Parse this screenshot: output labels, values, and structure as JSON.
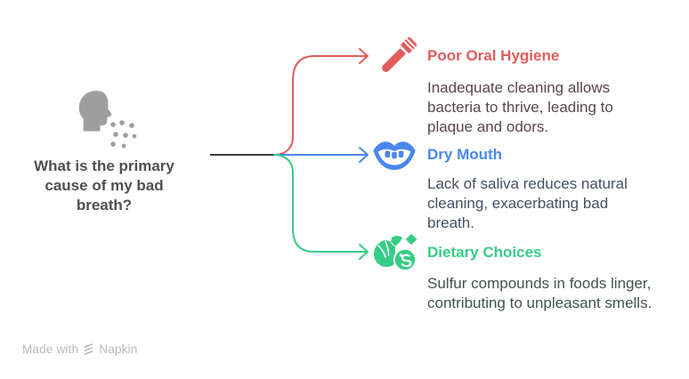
{
  "diagram": {
    "question": "What is the primary cause of my bad breath?",
    "branches": [
      {
        "title": "Poor Oral Hygiene",
        "description": "Inadequate cleaning allows bacteria to thrive, leading to plaque and odors.",
        "color": "#e25c5c",
        "text_color": "#574750",
        "icon": "toothbrush-icon"
      },
      {
        "title": "Dry Mouth",
        "description": "Lack of saliva reduces natural cleaning, exacerbating bad breath.",
        "color": "#4a86ec",
        "text_color": "#455063",
        "icon": "lips-icon"
      },
      {
        "title": "Dietary Choices",
        "description": "Sulfur compounds in foods linger, contributing to unpleasant smells.",
        "color": "#35cd86",
        "text_color": "#42534c",
        "icon": "garlic-icon"
      }
    ],
    "colors": {
      "stem": "#3a3a3a",
      "question_text": "#4f4f4f",
      "head_icon": "#9e9e9e",
      "watermark": "#b9b9b9",
      "background": "#ffffff"
    },
    "watermark": {
      "prefix": "Made with",
      "brand": "Napkin"
    }
  }
}
